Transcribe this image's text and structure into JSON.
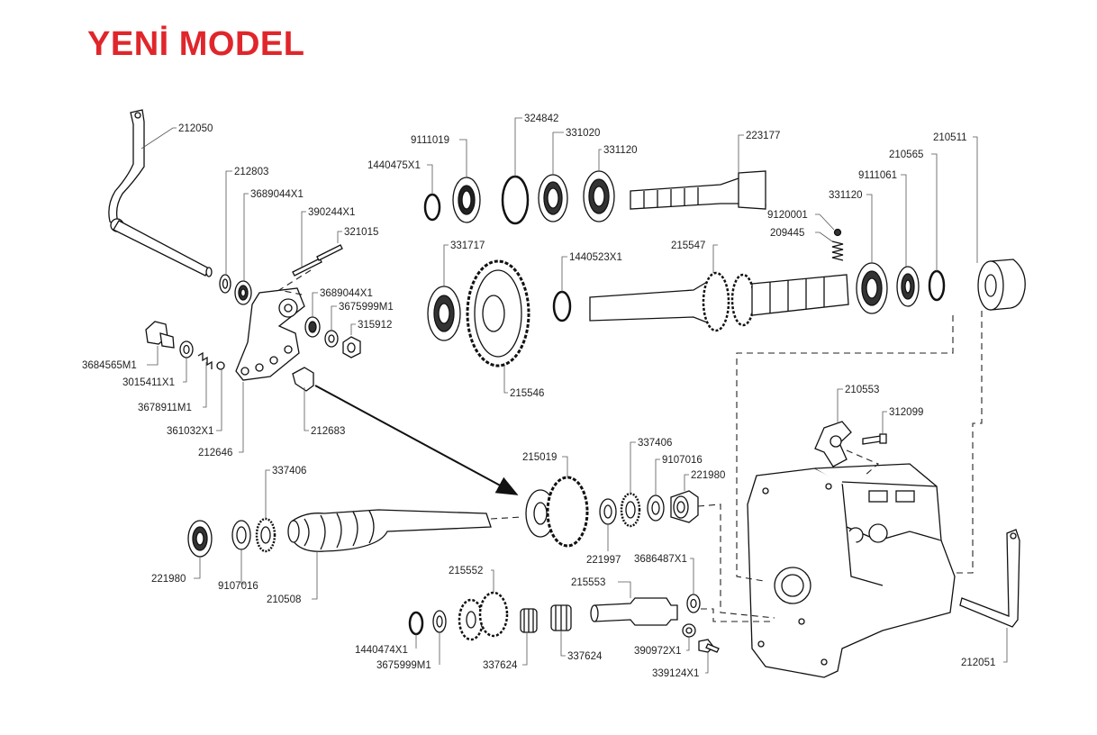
{
  "title": "YENİ MODEL",
  "colors": {
    "title": "#e0262b",
    "line": "#111111",
    "text": "#222222"
  },
  "labels": {
    "p212050": "212050",
    "p212803": "212803",
    "p3689044X1a": "3689044X1",
    "p390244X1": "390244X1",
    "p321015": "321015",
    "p3689044X1b": "3689044X1",
    "p3675999M1a": "3675999M1",
    "p315912": "315912",
    "p3684565M1": "3684565M1",
    "p3015411X1": "3015411X1",
    "p3678911M1": "3678911M1",
    "p361032X1": "361032X1",
    "p212683": "212683",
    "p212646": "212646",
    "p1440475X1": "1440475X1",
    "p9111019": "9111019",
    "p324842": "324842",
    "p331020": "331020",
    "p331120a": "331120",
    "p223177": "223177",
    "p331717": "331717",
    "p1440523X1": "1440523X1",
    "p215547": "215547",
    "p215546": "215546",
    "p9120001": "9120001",
    "p209445": "209445",
    "p331120b": "331120",
    "p9111061": "9111061",
    "p210565": "210565",
    "p210511": "210511",
    "p210553": "210553",
    "p312099": "312099",
    "p337406a": "337406",
    "p221980a": "221980",
    "p9107016a": "9107016",
    "p210508": "210508",
    "p215019": "215019",
    "p337406b": "337406",
    "p9107016b": "9107016",
    "p221980b": "221980",
    "p221997": "221997",
    "p215552": "215552",
    "p215553": "215553",
    "p3686487X1": "3686487X1",
    "p1440474X1": "1440474X1",
    "p3675999M1b": "3675999M1",
    "p337624a": "337624",
    "p337624b": "337624",
    "p390972X1": "390972X1",
    "p339124X1": "339124X1",
    "p212051": "212051"
  }
}
